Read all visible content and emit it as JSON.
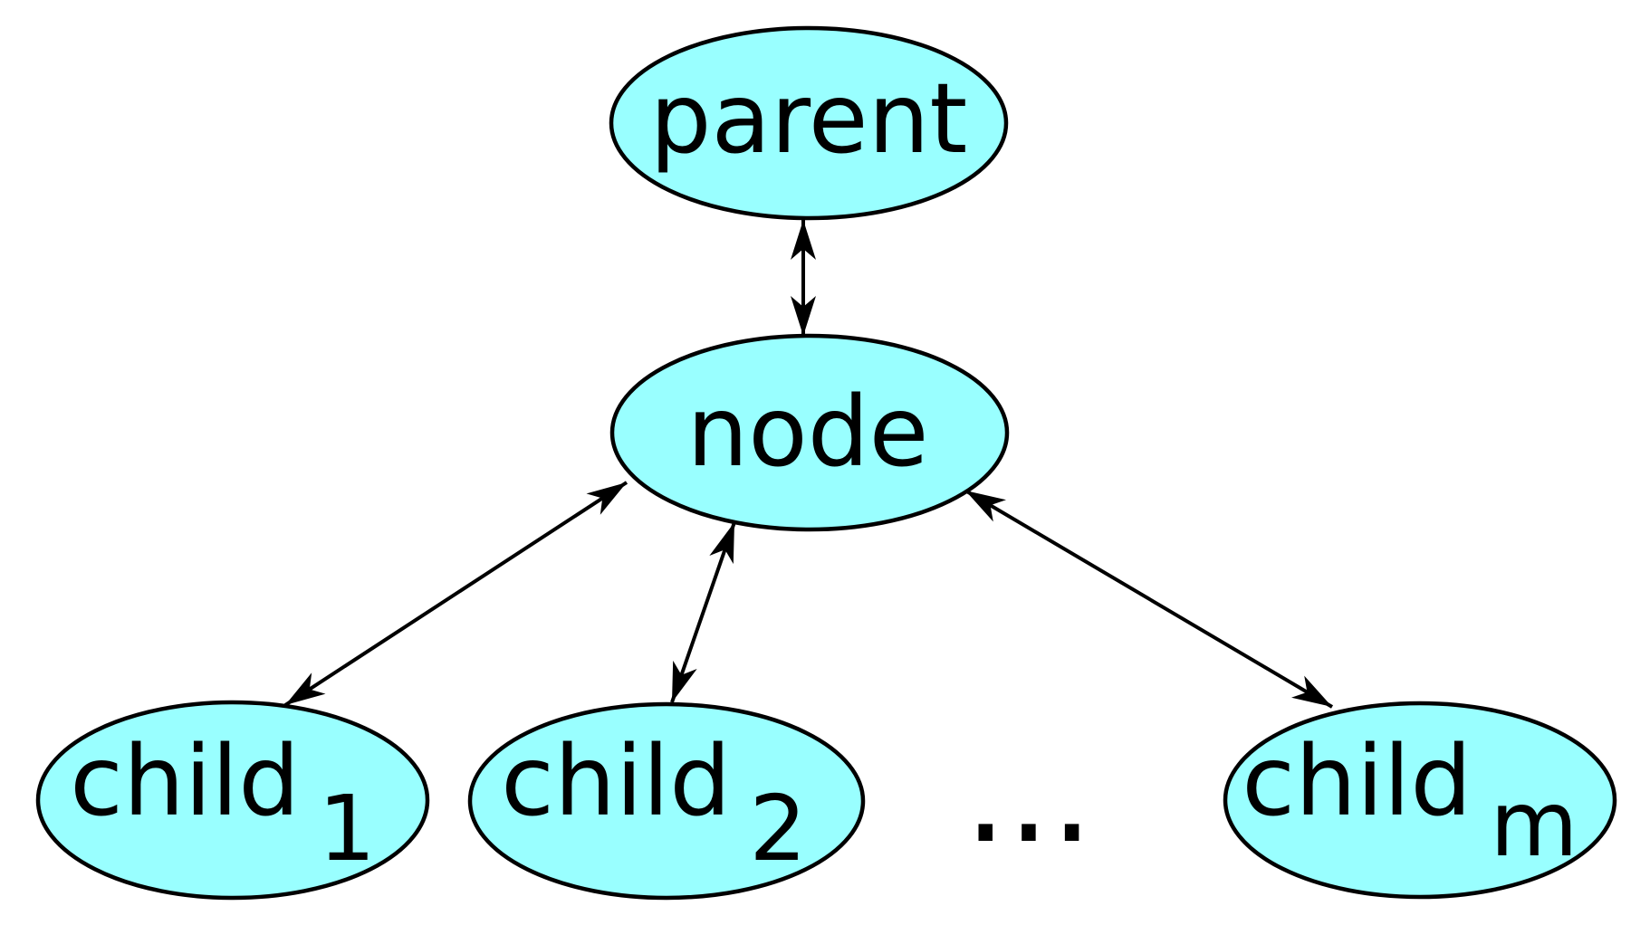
{
  "colors": {
    "background": "#ffffff",
    "node_fill": "#99ffff",
    "node_stroke": "#000000",
    "edge_color": "#000000",
    "text_color": "#000000"
  },
  "nodes": {
    "parent": {
      "label": "parent"
    },
    "node": {
      "label": "node"
    },
    "child1": {
      "label": "child",
      "subscript": "1"
    },
    "child2": {
      "label": "child",
      "subscript": "2"
    },
    "childm": {
      "label": "child",
      "subscript": "m"
    }
  },
  "ellipsis": "...",
  "edges": [
    {
      "from": "parent",
      "to": "node",
      "style": "double-headed-arrow"
    },
    {
      "from": "node",
      "to": "child1",
      "style": "double-headed-arrow"
    },
    {
      "from": "node",
      "to": "child2",
      "style": "double-headed-arrow"
    },
    {
      "from": "node",
      "to": "childm",
      "style": "double-headed-arrow"
    }
  ]
}
